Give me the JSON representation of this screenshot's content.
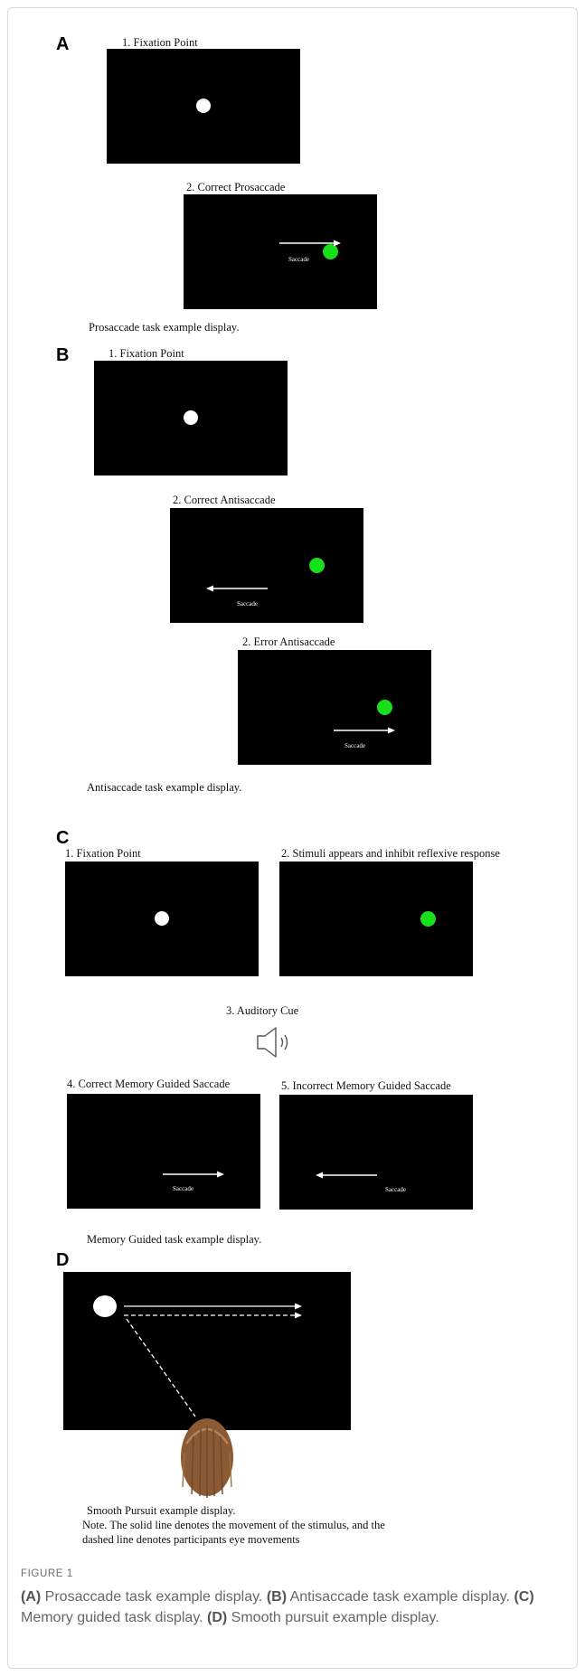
{
  "panel_a": {
    "letter": "A",
    "fixation_title": "1. Fixation Point",
    "correct_title": "2. Correct Prosaccade",
    "saccade_label": "Saccade",
    "caption": "Prosaccade task example display."
  },
  "panel_b": {
    "letter": "B",
    "fixation_title": "1. Fixation Point",
    "correct_title": "2. Correct Antisaccade",
    "correct_saccade_label": "Saccade",
    "error_title": "2. Error Antisaccade",
    "error_saccade_label": "Saccade",
    "caption": "Antisaccade task example display."
  },
  "panel_c": {
    "letter": "C",
    "fixation_title": "1. Fixation Point",
    "stimuli_title": "2. Stimuli appears and inhibit reflexive response",
    "auditory_title": "3. Auditory Cue",
    "correct_title": "4. Correct Memory Guided Saccade",
    "correct_saccade_label": "Saccade",
    "incorrect_title": "5. Incorrect Memory Guided Saccade",
    "incorrect_saccade_label": "Saccade",
    "caption": "Memory Guided task example display."
  },
  "panel_d": {
    "letter": "D",
    "caption": "Smooth Pursuit example display.",
    "note_line1": "Note. The solid line denotes the movement of the stimulus, and the",
    "note_line2": "dashed line denotes participants eye movements"
  },
  "figure": {
    "label": "FIGURE 1",
    "caption_a_tag": "(A)",
    "caption_a": " Prosaccade task example display. ",
    "caption_b_tag": "(B)",
    "caption_b": " Antisaccade task example display. ",
    "caption_c_tag": "(C)",
    "caption_c": " Memory guided task display. ",
    "caption_d_tag": "(D)",
    "caption_d": " Smooth pursuit example display."
  },
  "colors": {
    "screen": "#000000",
    "fixation_dot": "#ffffff",
    "stimulus_dot": "#17e01a",
    "hair": "#8a5a35"
  },
  "icons": [
    "speaker-icon",
    "arrow-right-icon",
    "arrow-left-icon",
    "head-icon"
  ]
}
